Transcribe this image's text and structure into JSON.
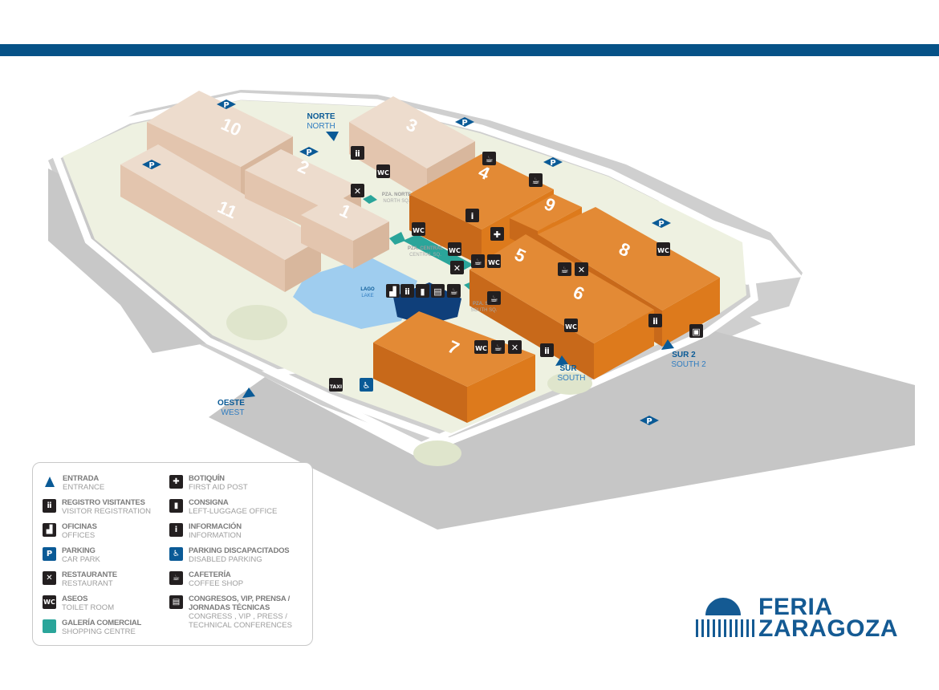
{
  "map": {
    "halls": [
      "10",
      "11",
      "2",
      "1",
      "3",
      "4",
      "9",
      "8",
      "5",
      "6",
      "7"
    ],
    "entrances": {
      "north": {
        "es": "NORTE",
        "en": "NORTH"
      },
      "south": {
        "es": "SUR",
        "en": "SOUTH"
      },
      "south2": {
        "es": "SUR 2",
        "en": "SOUTH 2"
      },
      "west": {
        "es": "OESTE",
        "en": "WEST"
      }
    },
    "plazas": {
      "north": {
        "es": "PZA. NORTE",
        "en": "NORTH SQ."
      },
      "central": {
        "es": "PZA. CENTRAL",
        "en": "CENTRAL SQ."
      },
      "south": {
        "es": "PZA. SUR",
        "en": "SOUTH SQ."
      }
    },
    "lake": {
      "es": "LAGO",
      "en": "LAKE"
    },
    "icon_text": {
      "wc": "WC",
      "parking": "P",
      "taxi": "TAXI",
      "info": "i"
    },
    "colors": {
      "hall_active": "#e38a35",
      "hall_inactive": "#eddccd",
      "brand": "#065287",
      "shopping": "#2aa59a",
      "lake": "#9fcdef"
    }
  },
  "legend": {
    "left": [
      {
        "icon": "entrance",
        "es": "ENTRADA",
        "en": "ENTRANCE"
      },
      {
        "icon": "visitor-registration",
        "es": "REGISTRO VISITANTES",
        "en": "VISITOR REGISTRATION"
      },
      {
        "icon": "offices",
        "es": "OFICINAS",
        "en": "OFFICES"
      },
      {
        "icon": "parking",
        "es": "PARKING",
        "en": "CAR PARK"
      },
      {
        "icon": "restaurant",
        "es": "RESTAURANTE",
        "en": "RESTAURANT"
      },
      {
        "icon": "toilet",
        "es": "ASEOS",
        "en": "TOILET ROOM"
      },
      {
        "icon": "shopping",
        "es": "GALERÍA COMERCIAL",
        "en": "SHOPPING CENTRE"
      }
    ],
    "right": [
      {
        "icon": "first-aid",
        "es": "BOTIQUÍN",
        "en": "FIRST AID POST"
      },
      {
        "icon": "luggage",
        "es": "CONSIGNA",
        "en": "LEFT-LUGGAGE OFFICE"
      },
      {
        "icon": "info",
        "es": "INFORMACIÓN",
        "en": "INFORMATION"
      },
      {
        "icon": "disabled-parking",
        "es": "PARKING DISCAPACITADOS",
        "en": "DISABLED PARKING"
      },
      {
        "icon": "coffee",
        "es": "CAFETERÍA",
        "en": "COFFEE SHOP"
      },
      {
        "icon": "congress",
        "es": "CONGRESOS, VIP, PRENSA / JORNADAS TÉCNICAS",
        "en": "CONGRESS , VIP , PRESS / TECHNICAL CONFERENCES"
      }
    ]
  },
  "logo": {
    "line1": "FERIA",
    "line2": "ZARAGOZA"
  }
}
